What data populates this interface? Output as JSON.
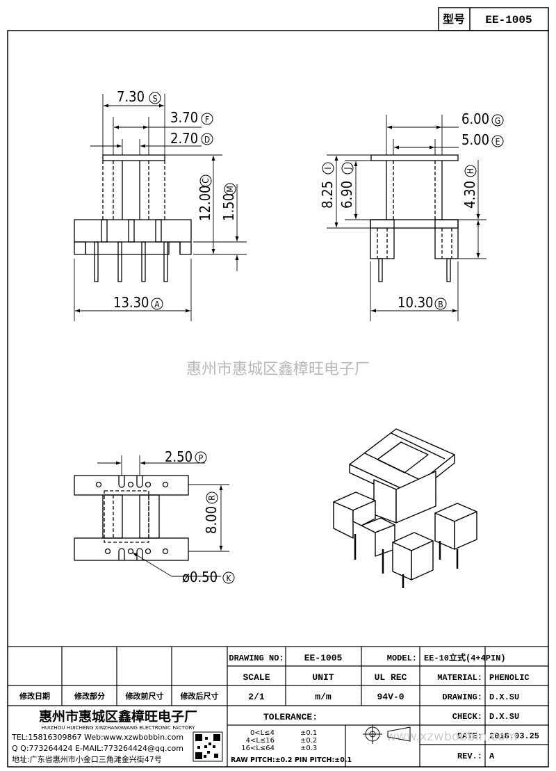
{
  "header": {
    "model_label": "型号",
    "model_value": "EE-1005"
  },
  "watermark": "惠州市惠城区鑫樟旺电子厂",
  "dims": {
    "s": "7.30",
    "s_tag": "S",
    "f": "3.70",
    "f_tag": "F",
    "d": "2.70",
    "d_tag": "D",
    "c": "12.00",
    "c_tag": "C",
    "m": "1.50",
    "m_tag": "M",
    "a": "13.30",
    "a_tag": "A",
    "g": "6.00",
    "g_tag": "G",
    "e": "5.00",
    "e_tag": "E",
    "i": "8.25",
    "i_tag": "I",
    "j": "6.90",
    "j_tag": "J",
    "h": "4.30",
    "h_tag": "H",
    "b": "10.30",
    "b_tag": "B",
    "p": "2.50",
    "p_tag": "P",
    "r": "8.00",
    "r_tag": "R",
    "k": "ø0.50",
    "k_tag": "K"
  },
  "title_block": {
    "rev_headers": [
      "修改日期",
      "修改部分",
      "修改前尺寸",
      "修改后尺寸"
    ],
    "drawing_no_label": "DRAWING NO:",
    "drawing_no_value": "EE-1005",
    "model_label": "MODEL:",
    "model_value": "EE-10立式(4+4PIN)",
    "scale_label": "SCALE",
    "unit_label": "UNIT",
    "ul_label": "UL REC",
    "material_label": "MATERIAL:",
    "material_value": "PHENOLIC",
    "scale_value": "2/1",
    "unit_value": "m/m",
    "ul_value": "94V-0",
    "drawing_label": "DRAWING:",
    "drawing_value": "D.X.SU",
    "check_label": "CHECK:",
    "check_value": "D.X.SU",
    "date_label": "DATE:",
    "date_value": "2018.03.25",
    "rev_label": "REV.:",
    "rev_value": "A",
    "company_cn": "惠州市惠城区鑫樟旺电子厂",
    "company_en": "HUIZHOU HUICHENG XINZHANGWANG ELECTRONIC FACTORY",
    "tel": "TEL:15816309867 Web:www.xzwbobbin.com",
    "qq": "Q Q:773264424 E-MAIL:773264424@qq.com",
    "address": "地址:广东省惠州市小金口三角滩金兴街47号",
    "tolerance_label": "TOLERANCE:",
    "tol_rows": [
      {
        "range": "0<L≤4",
        "tol": "±0.1"
      },
      {
        "range": "4<L≤16",
        "tol": "±0.2"
      },
      {
        "range": "16<L≤64",
        "tol": "±0.3"
      }
    ],
    "pitch_note": "RAW PITCH:±0.2 PIN PITCH:±0.1",
    "site_watermark": "www.xzwbobbin.com"
  }
}
